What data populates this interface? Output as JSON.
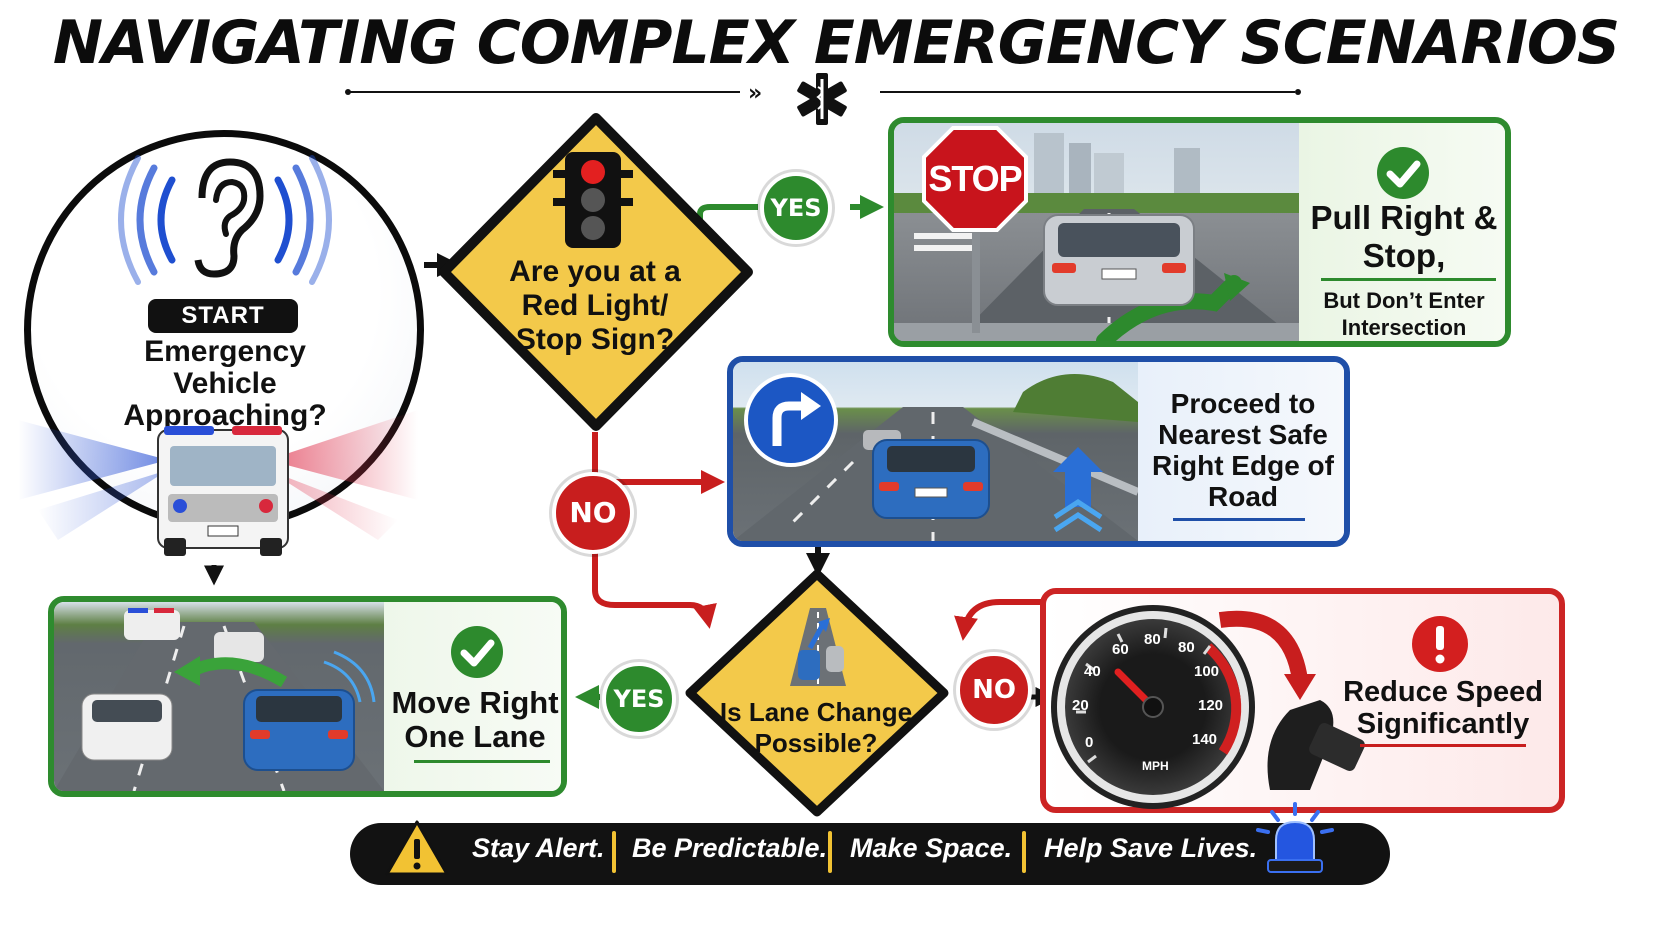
{
  "title": "NAVIGATING COMPLEX EMERGENCY SCENARIOS",
  "start": {
    "badge": "START",
    "question": "Emergency Vehicle Approaching?"
  },
  "decision_1": {
    "question": "Are you at a Red Light/ Stop Sign?",
    "yes_label": "YES",
    "no_label": "NO"
  },
  "decision_2": {
    "question": "Is Lane Change Possible?",
    "yes_label": "YES",
    "no_label": "NO"
  },
  "outcome_stop": {
    "sign_text": "STOP",
    "title": "Pull Right & Stop,",
    "subtitle": "But Don’t Enter Intersection"
  },
  "outcome_proceed": {
    "text": "Proceed to Nearest Safe Right Edge of Road"
  },
  "outcome_move": {
    "text": "Move Right One Lane"
  },
  "outcome_reduce": {
    "text": "Reduce Speed Significantly",
    "gauge_ticks": [
      "0",
      "20",
      "40",
      "60",
      "80",
      "80",
      "100",
      "120",
      "140"
    ],
    "gauge_unit": "MPH"
  },
  "footer": {
    "messages": [
      "Stay Alert.",
      "Be Predictable.",
      "Make Space.",
      "Help Save Lives."
    ]
  },
  "icons": {
    "header_symbol": "star-of-life-icon",
    "start": "ear-sound-icon",
    "decision_1": "traffic-light-icon",
    "stop_outcome": "checkmark-icon",
    "move_outcome": "checkmark-icon",
    "reduce_outcome": "exclamation-icon",
    "proceed": "turn-right-sign-icon",
    "footer_left": "warning-triangle-icon",
    "footer_right": "emergency-beacon-icon"
  },
  "colors": {
    "yes": "#2d8a2d",
    "no": "#c81e1e",
    "decision_fill": "#f3c94a",
    "proceed_border": "#1f4fa8",
    "footer_accent": "#f2c233"
  }
}
